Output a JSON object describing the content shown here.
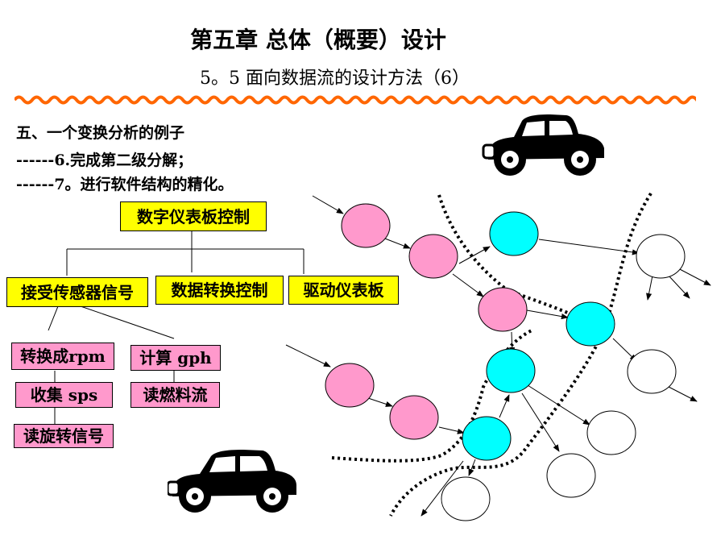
{
  "title": "第五章 总体（概要）设计",
  "subtitle": "5。5 面向数据流的设计方法（6）",
  "intro": {
    "line1": "五、一个变换分析的例子",
    "line2": "------6.完成第二级分解；",
    "line3": "------7。进行软件结构的精化。"
  },
  "hierarchy": {
    "root": "数字仪表板控制",
    "level1": [
      "接受传感器信号",
      "数据转换控制",
      "驱动仪表板"
    ],
    "under_receive": [
      "转换成rpm",
      "收集 sps",
      "读旋转信号"
    ],
    "under_convert": [
      "计算 gph",
      "读燃料流"
    ]
  },
  "colors": {
    "yellow_box": "#ffff00",
    "pink_box": "#ff99cc",
    "pink_node": "#ff99cc",
    "cyan_node": "#00ffff",
    "divider": "#ff6600"
  },
  "icons": [
    "car-icon"
  ]
}
